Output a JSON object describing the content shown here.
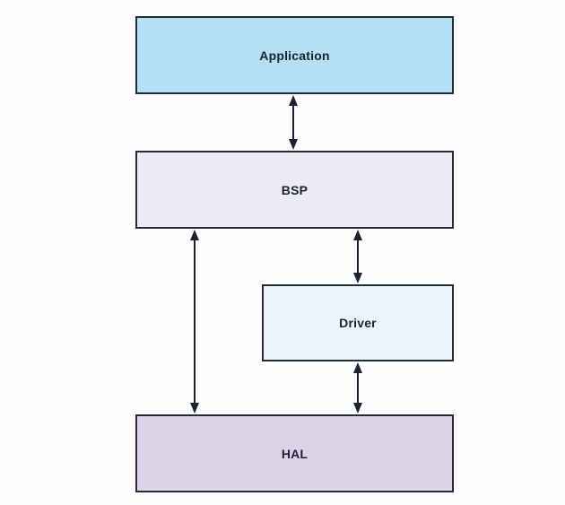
{
  "diagram": {
    "background_color": "#fefefe",
    "border_color": "#252b3f",
    "text_color": "#1b2132",
    "arrow_color": "#1d212e",
    "nodes": {
      "application": {
        "label": "Application",
        "fill": "#b5dff5"
      },
      "bsp": {
        "label": "BSP",
        "fill": "#eeeaf4"
      },
      "driver": {
        "label": "Driver",
        "fill": "#ecf4fb"
      },
      "hal": {
        "label": "HAL",
        "fill": "#dcd3e9"
      }
    },
    "edges": [
      {
        "from": "Application",
        "to": "BSP",
        "direction": "bidirectional"
      },
      {
        "from": "BSP",
        "to": "HAL",
        "direction": "bidirectional"
      },
      {
        "from": "BSP",
        "to": "Driver",
        "direction": "bidirectional"
      },
      {
        "from": "Driver",
        "to": "HAL",
        "direction": "bidirectional"
      }
    ]
  }
}
